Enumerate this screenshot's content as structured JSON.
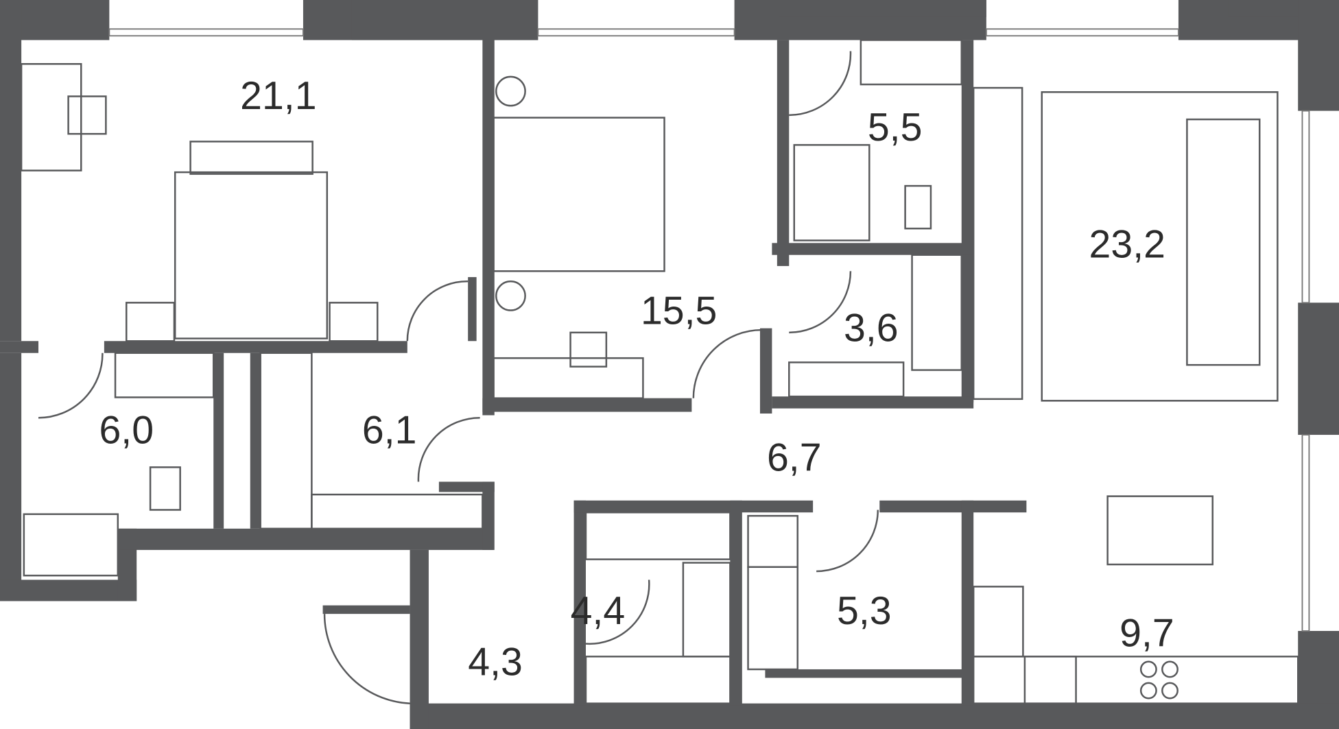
{
  "plan": {
    "wall_color": "#58595b",
    "rooms": [
      {
        "id": "bedroom-1",
        "area": "21,1"
      },
      {
        "id": "bedroom-2",
        "area": "15,5"
      },
      {
        "id": "bathroom-1",
        "area": "5,5"
      },
      {
        "id": "living-room",
        "area": "23,2"
      },
      {
        "id": "closet-1",
        "area": "3,6"
      },
      {
        "id": "bathroom-2",
        "area": "6,0"
      },
      {
        "id": "dressing-room",
        "area": "6,1"
      },
      {
        "id": "hall",
        "area": "6,7"
      },
      {
        "id": "closet-2",
        "area": "4,4"
      },
      {
        "id": "bathroom-3",
        "area": "5,3"
      },
      {
        "id": "entrance",
        "area": "4,3"
      },
      {
        "id": "kitchen",
        "area": "9,7"
      }
    ]
  }
}
